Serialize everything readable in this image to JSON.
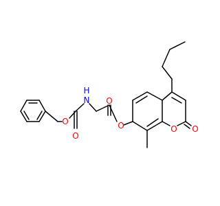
{
  "atoms": {
    "O_benzyl_ester": "O",
    "O_carbamate_carbonyl": "O",
    "N_amide": "N",
    "H_amide": "H",
    "O_ester_carbonyl": "O",
    "O_aryl_ester": "O",
    "O_ring": "O",
    "O_lactone_carbonyl": "O"
  },
  "colors": {
    "bond": "#000000",
    "oxygen": "#ff0000",
    "nitrogen": "#0000ff"
  }
}
